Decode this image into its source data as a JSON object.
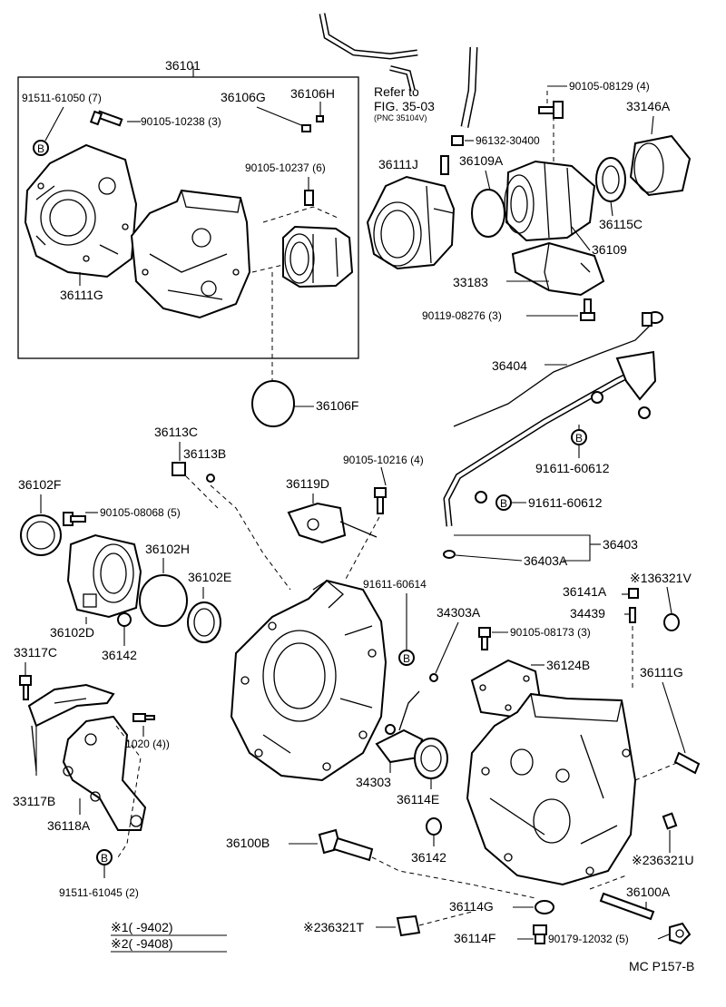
{
  "labels": {
    "p36101": "36101",
    "p91511_61050": "91511-61050 (7)",
    "p36106G": "36106G",
    "p36106H": "36106H",
    "p90105_10238": "90105-10238 (3)",
    "p90105_10237": "90105-10237 (6)",
    "p36111G_top": "36111G",
    "p36106F": "36106F",
    "refer_1": "Refer to",
    "refer_2": "FIG. 35-03",
    "refer_3": "(PNC 35104V)",
    "p90105_08129": "90105-08129 (4)",
    "p33146A": "33146A",
    "p96132_30400": "96132-30400",
    "p36111J": "36111J",
    "p36109A": "36109A",
    "p36115C": "36115C",
    "p36109": "36109",
    "p33183": "33183",
    "p90119_08276": "90119-08276 (3)",
    "p36404": "36404",
    "p91611_60612_a": "91611-60612",
    "p91611_60612_b": "91611-60612",
    "p36403": "36403",
    "p36403A": "36403A",
    "p36113C": "36113C",
    "p36113B": "36113B",
    "p90105_10216": "90105-10216 (4)",
    "p36119D": "36119D",
    "p36102F": "36102F",
    "p90105_08068": "90105-08068 (5)",
    "p36102H": "36102H",
    "p36102E": "36102E",
    "p36102D": "36102D",
    "p36142_a": "36142",
    "p33117C": "33117C",
    "p91511_61020": "91511-61020 (4))",
    "p33117B": "33117B",
    "p36118A": "36118A",
    "p91511_61045": "91511-61045 (2)",
    "p91611_60614": "91611-60614",
    "p34303A": "34303A",
    "p90105_08173": "90105-08173 (3)",
    "p36141A": "36141A",
    "p136321V": "※136321V",
    "p34439": "34439",
    "p36124B": "36124B",
    "p36111G_right": "36111G",
    "p34303": "34303",
    "p36114E": "36114E",
    "p36100B": "36100B",
    "p36142_b": "36142",
    "p236321U": "※236321U",
    "p36100A": "36100A",
    "p36114G": "36114G",
    "p236321T": "※236321T",
    "p36114F": "36114F",
    "p90179_12032": "90179-12032 (5)",
    "footnote_1": "※1(      -9402)",
    "footnote_2": "※2(      -9408)",
    "figure_code": "MC P157-B",
    "bolt_marker": "B"
  }
}
